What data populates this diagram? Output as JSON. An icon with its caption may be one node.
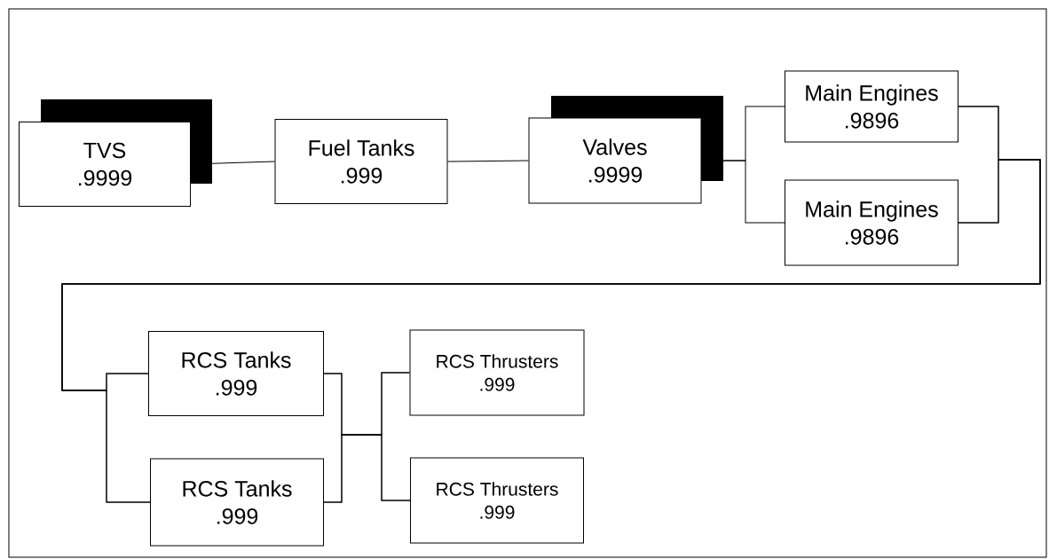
{
  "diagram": {
    "nodes": [
      {
        "text": [
          "TVS",
          ".9999"
        ]
      },
      {
        "text": [
          "Fuel Tanks",
          ".999"
        ]
      },
      {
        "text": [
          "Valves",
          ".9999"
        ]
      },
      {
        "text": [
          "Main Engines",
          ".9896"
        ]
      },
      {
        "text": [
          "Main Engines",
          ".9896"
        ]
      },
      {
        "text": [
          "RCS Tanks",
          ".999"
        ]
      },
      {
        "text": [
          "RCS Tanks",
          ".999"
        ]
      },
      {
        "text": [
          "RCS Thrusters",
          ".999"
        ]
      },
      {
        "text": [
          "RCS Thrusters",
          ".999"
        ]
      }
    ],
    "edges": [
      {
        "from": 0,
        "to": 1,
        "arrow": "none"
      },
      {
        "from": 1,
        "to": 2,
        "arrow": "none"
      },
      {
        "from": 2,
        "to": 3,
        "arrow": "none"
      },
      {
        "from": 2,
        "to": 4,
        "arrow": "none"
      },
      {
        "from": 3,
        "to": 5,
        "arrow": "none"
      },
      {
        "from": 3,
        "to": 6,
        "arrow": "none"
      },
      {
        "from": 4,
        "to": 5,
        "arrow": "none"
      },
      {
        "from": 4,
        "to": 6,
        "arrow": "none"
      },
      {
        "from": 5,
        "to": 7,
        "arrow": "none"
      },
      {
        "from": 5,
        "to": 8,
        "arrow": "none"
      },
      {
        "from": 6,
        "to": 7,
        "arrow": "none"
      },
      {
        "from": 6,
        "to": 8,
        "arrow": "none"
      }
    ]
  }
}
